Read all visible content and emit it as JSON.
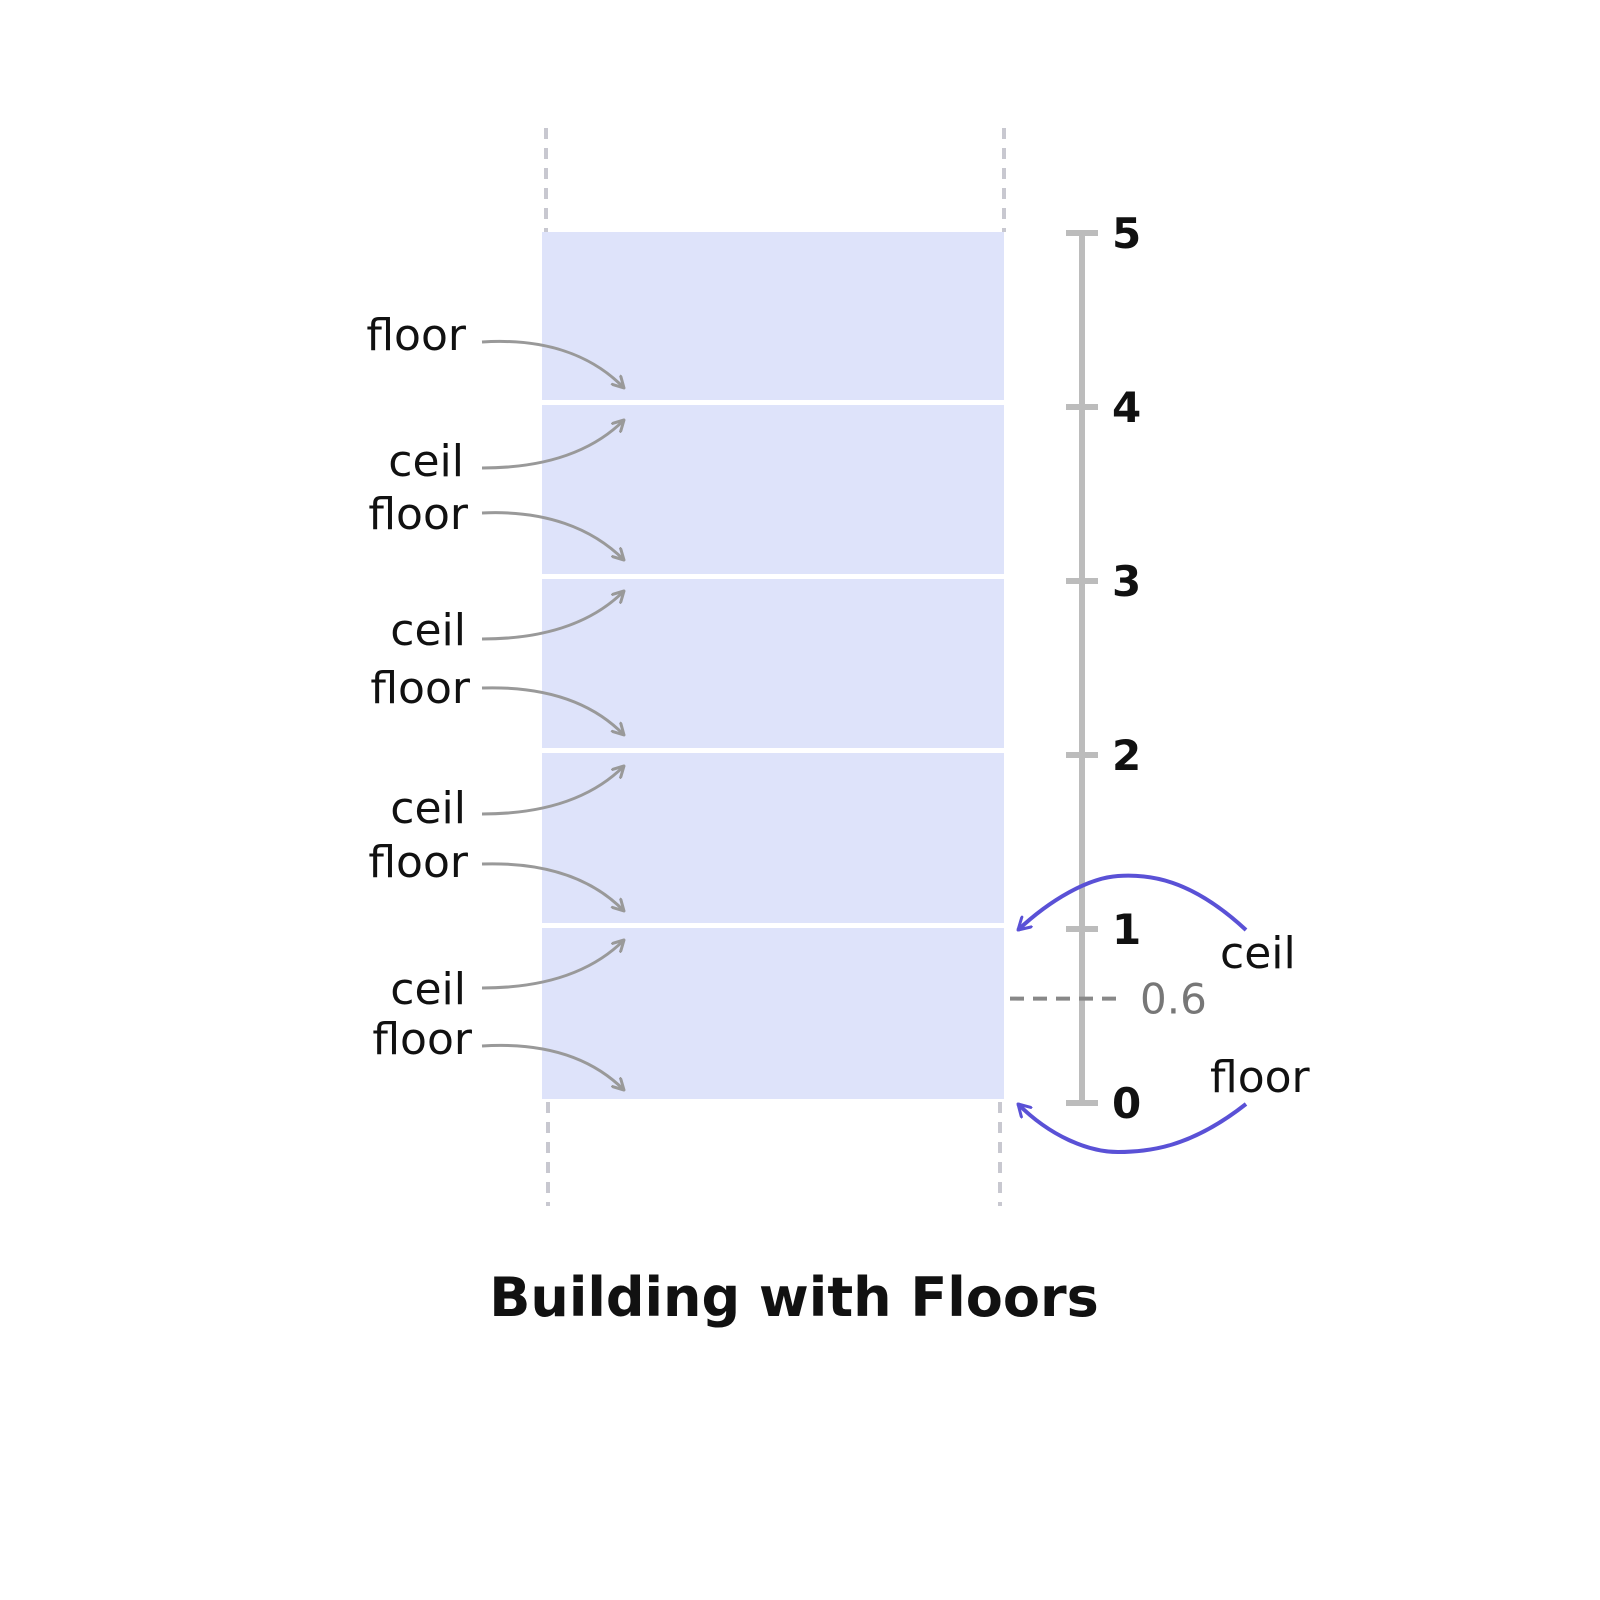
{
  "title": "Building with Floors",
  "floor_label": "floor",
  "ceil_label": "ceil",
  "scale": {
    "min": 0,
    "max": 5,
    "ticks": [
      "0",
      "1",
      "2",
      "3",
      "4",
      "5"
    ]
  },
  "marker": {
    "value": 0.6,
    "label": "0.6"
  },
  "colors": {
    "band": "#dee3fa",
    "separator": "#ffffff",
    "grey_arrow": "#999999",
    "scale_bar": "#bcbcbc",
    "highlight_arrow": "#5a51d6",
    "guide_dash": "#c8c8d0"
  }
}
